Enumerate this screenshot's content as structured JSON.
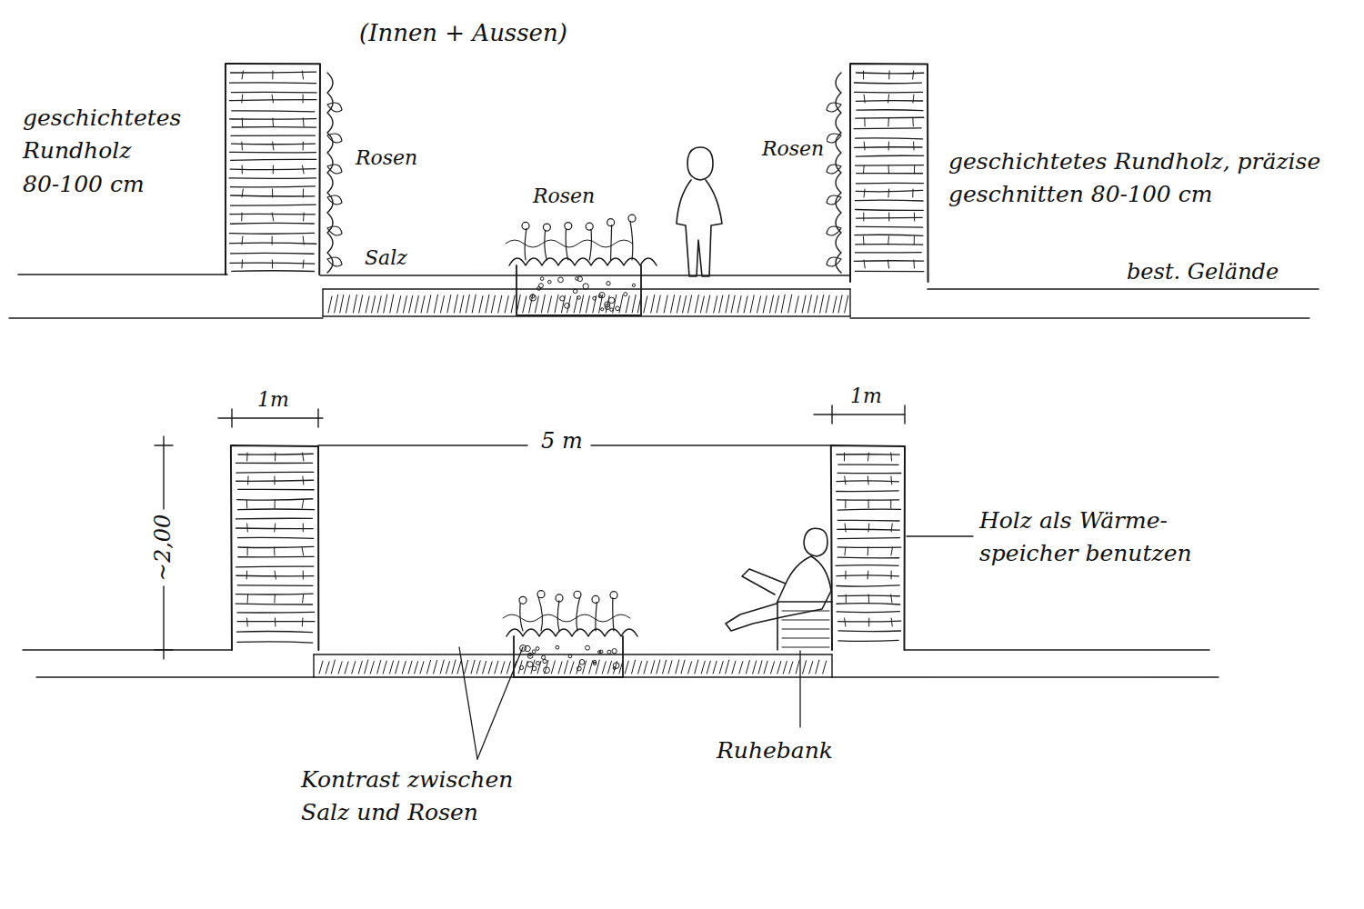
{
  "diagram": {
    "labels": [
      "(Innen + Aussen)",
      "geschichtetes Rundholz 80-100 cm",
      "Rosen",
      "Salz",
      "Rosen",
      "Rosen",
      "geschichtetes Rundholz, präzise geschnitten 80-100 cm",
      "best. Gelände",
      "1m",
      "5 m",
      "1m",
      "~2,00",
      "Holz als Wärme- speicher benutzen",
      "Kontrast zwischen Salz und Rosen",
      "Ruhebank"
    ]
  }
}
